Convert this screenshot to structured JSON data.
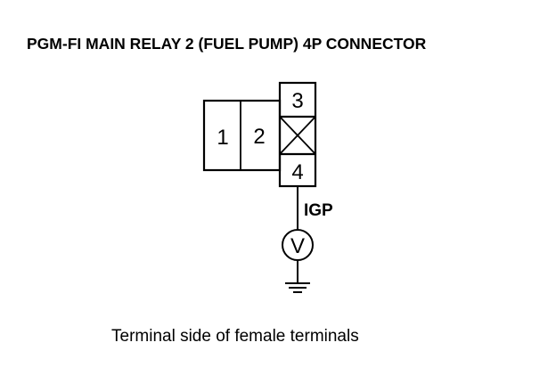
{
  "title": "PGM-FI MAIN RELAY 2 (FUEL PUMP) 4P CONNECTOR",
  "connector": {
    "pins": [
      "1",
      "2",
      "3",
      "4"
    ],
    "empty_pin_marked": true
  },
  "signal": "IGP",
  "meter_symbol": "V",
  "caption": "Terminal side of female terminals",
  "colors": {
    "ink": "#000000",
    "background": "#ffffff"
  },
  "icons": {
    "meter": "voltmeter-icon",
    "ground": "ground-icon",
    "empty_cavity": "cross-mark-icon"
  }
}
